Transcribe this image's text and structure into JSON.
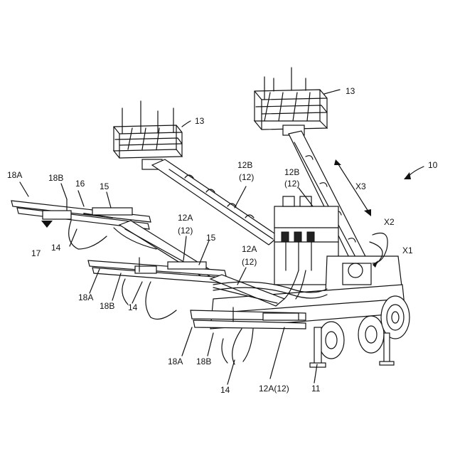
{
  "labels": {
    "l10": "10",
    "l13a": "13",
    "l13b": "13",
    "l12b_left": "12B",
    "l12b_left_sub": "(12)",
    "l12b_right": "12B",
    "l12b_right_sub": "(12)",
    "lx3": "X3",
    "lx2": "X2",
    "lx1": "X1",
    "l18a_top": "18A",
    "l18b_top": "18B",
    "l16": "16",
    "l15_top": "15",
    "l17": "17",
    "l14_top": "14",
    "l12a_mid": "12A",
    "l12a_mid_sub": "(12)",
    "l15_mid": "15",
    "l12a_right": "12A",
    "l12a_right_sub": "(12)",
    "l18a_mid": "18A",
    "l18b_mid": "18B",
    "l14_mid": "14",
    "l18a_bot": "18A",
    "l18b_bot": "18B",
    "l14_bot": "14",
    "l12a12_bot": "12A(12)",
    "l11": "11"
  }
}
